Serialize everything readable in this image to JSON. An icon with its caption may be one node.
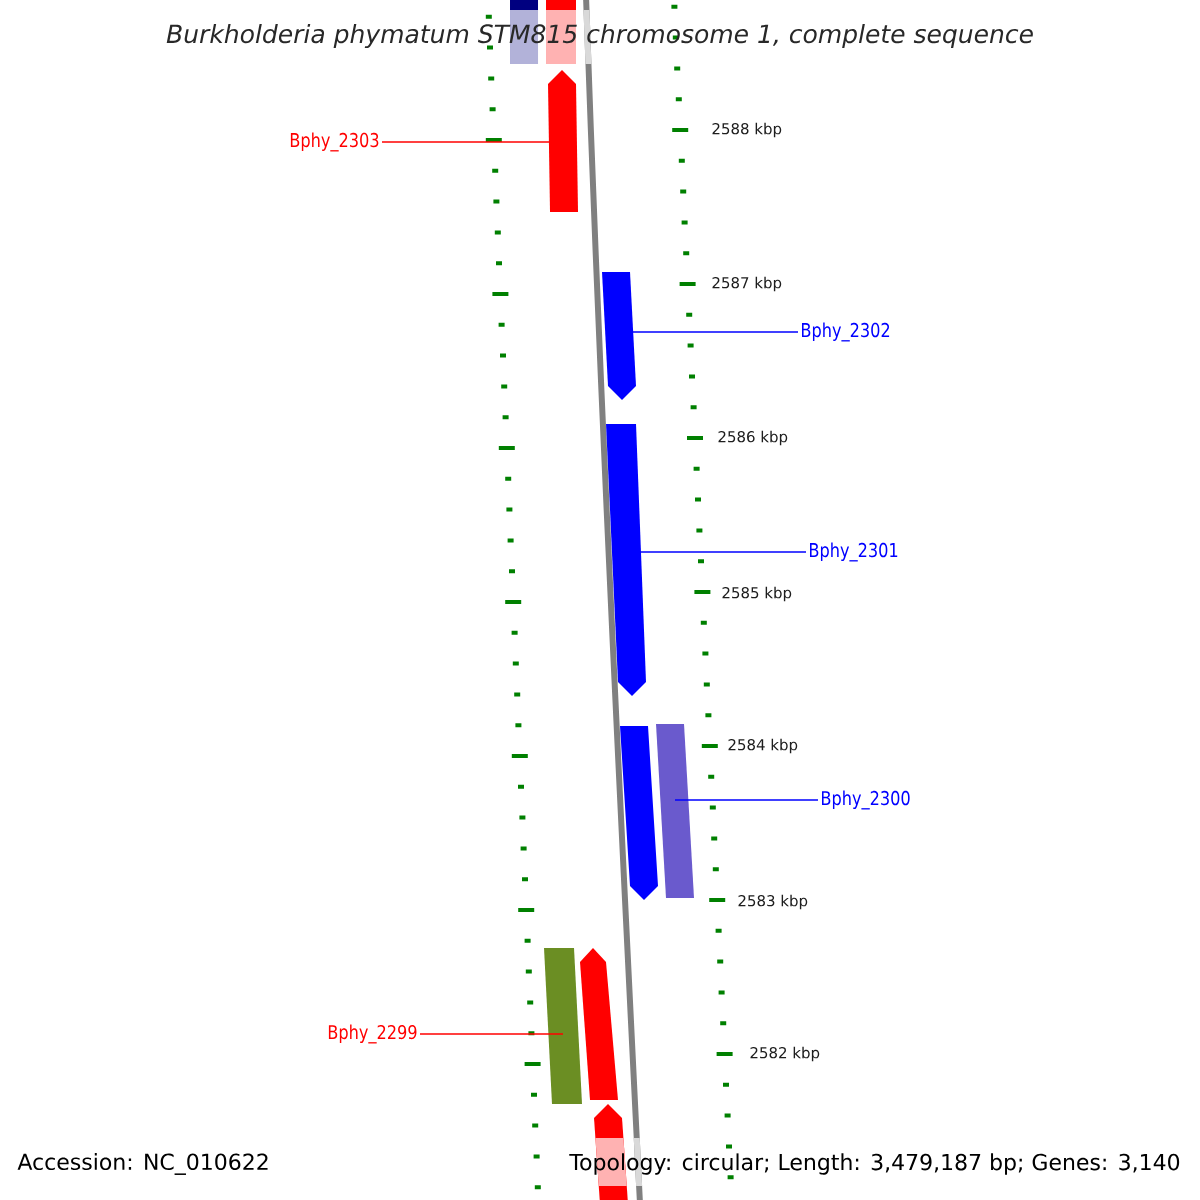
{
  "diagram": {
    "title": "Burkholderia phymatum STM815 chromosome 1, complete sequence",
    "nodes": [
      {
        "text": [],
        "shape": "bar"
      },
      {
        "text": [],
        "shape": "bar"
      },
      {
        "text": [],
        "shape": "bar"
      },
      {
        "text": [
          "Bphy_2303"
        ]
      },
      {
        "text": [],
        "shape": "bar"
      },
      {
        "text": [
          "Bphy_2302"
        ]
      },
      {
        "text": [],
        "shape": "bar"
      },
      {
        "text": [
          "Bphy_2301"
        ]
      },
      {
        "text": [],
        "shape": "bar"
      },
      {
        "text": [],
        "shape": "bar"
      },
      {
        "text": [
          "Bphy_2300"
        ]
      },
      {
        "text": [
          "Bphy_2299"
        ]
      },
      {
        "text": [],
        "shape": "bar"
      },
      {
        "text": [],
        "shape": "bar"
      },
      {
        "text": [],
        "shape": "bar"
      }
    ],
    "edges": [
      {
        "from": 3,
        "to": 2,
        "arrow": "none",
        "color": "#ff0000"
      },
      {
        "from": 5,
        "to": 4,
        "arrow": "none"
      },
      {
        "from": 7,
        "to": 6,
        "arrow": "none"
      },
      {
        "from": 10,
        "to": 9,
        "arrow": "none"
      },
      {
        "from": 11,
        "to": 12,
        "arrow": "none",
        "color": "#ff0000"
      }
    ],
    "labels": [
      "2588 kbp",
      "2587 kbp",
      "2586 kbp",
      "2585 kbp",
      "2584 kbp",
      "2583 kbp",
      "2582 kbp",
      "Accession: NC_010622",
      "Topology: circular; Length: 3,479,187 bp; Genes: 3,140"
    ]
  }
}
